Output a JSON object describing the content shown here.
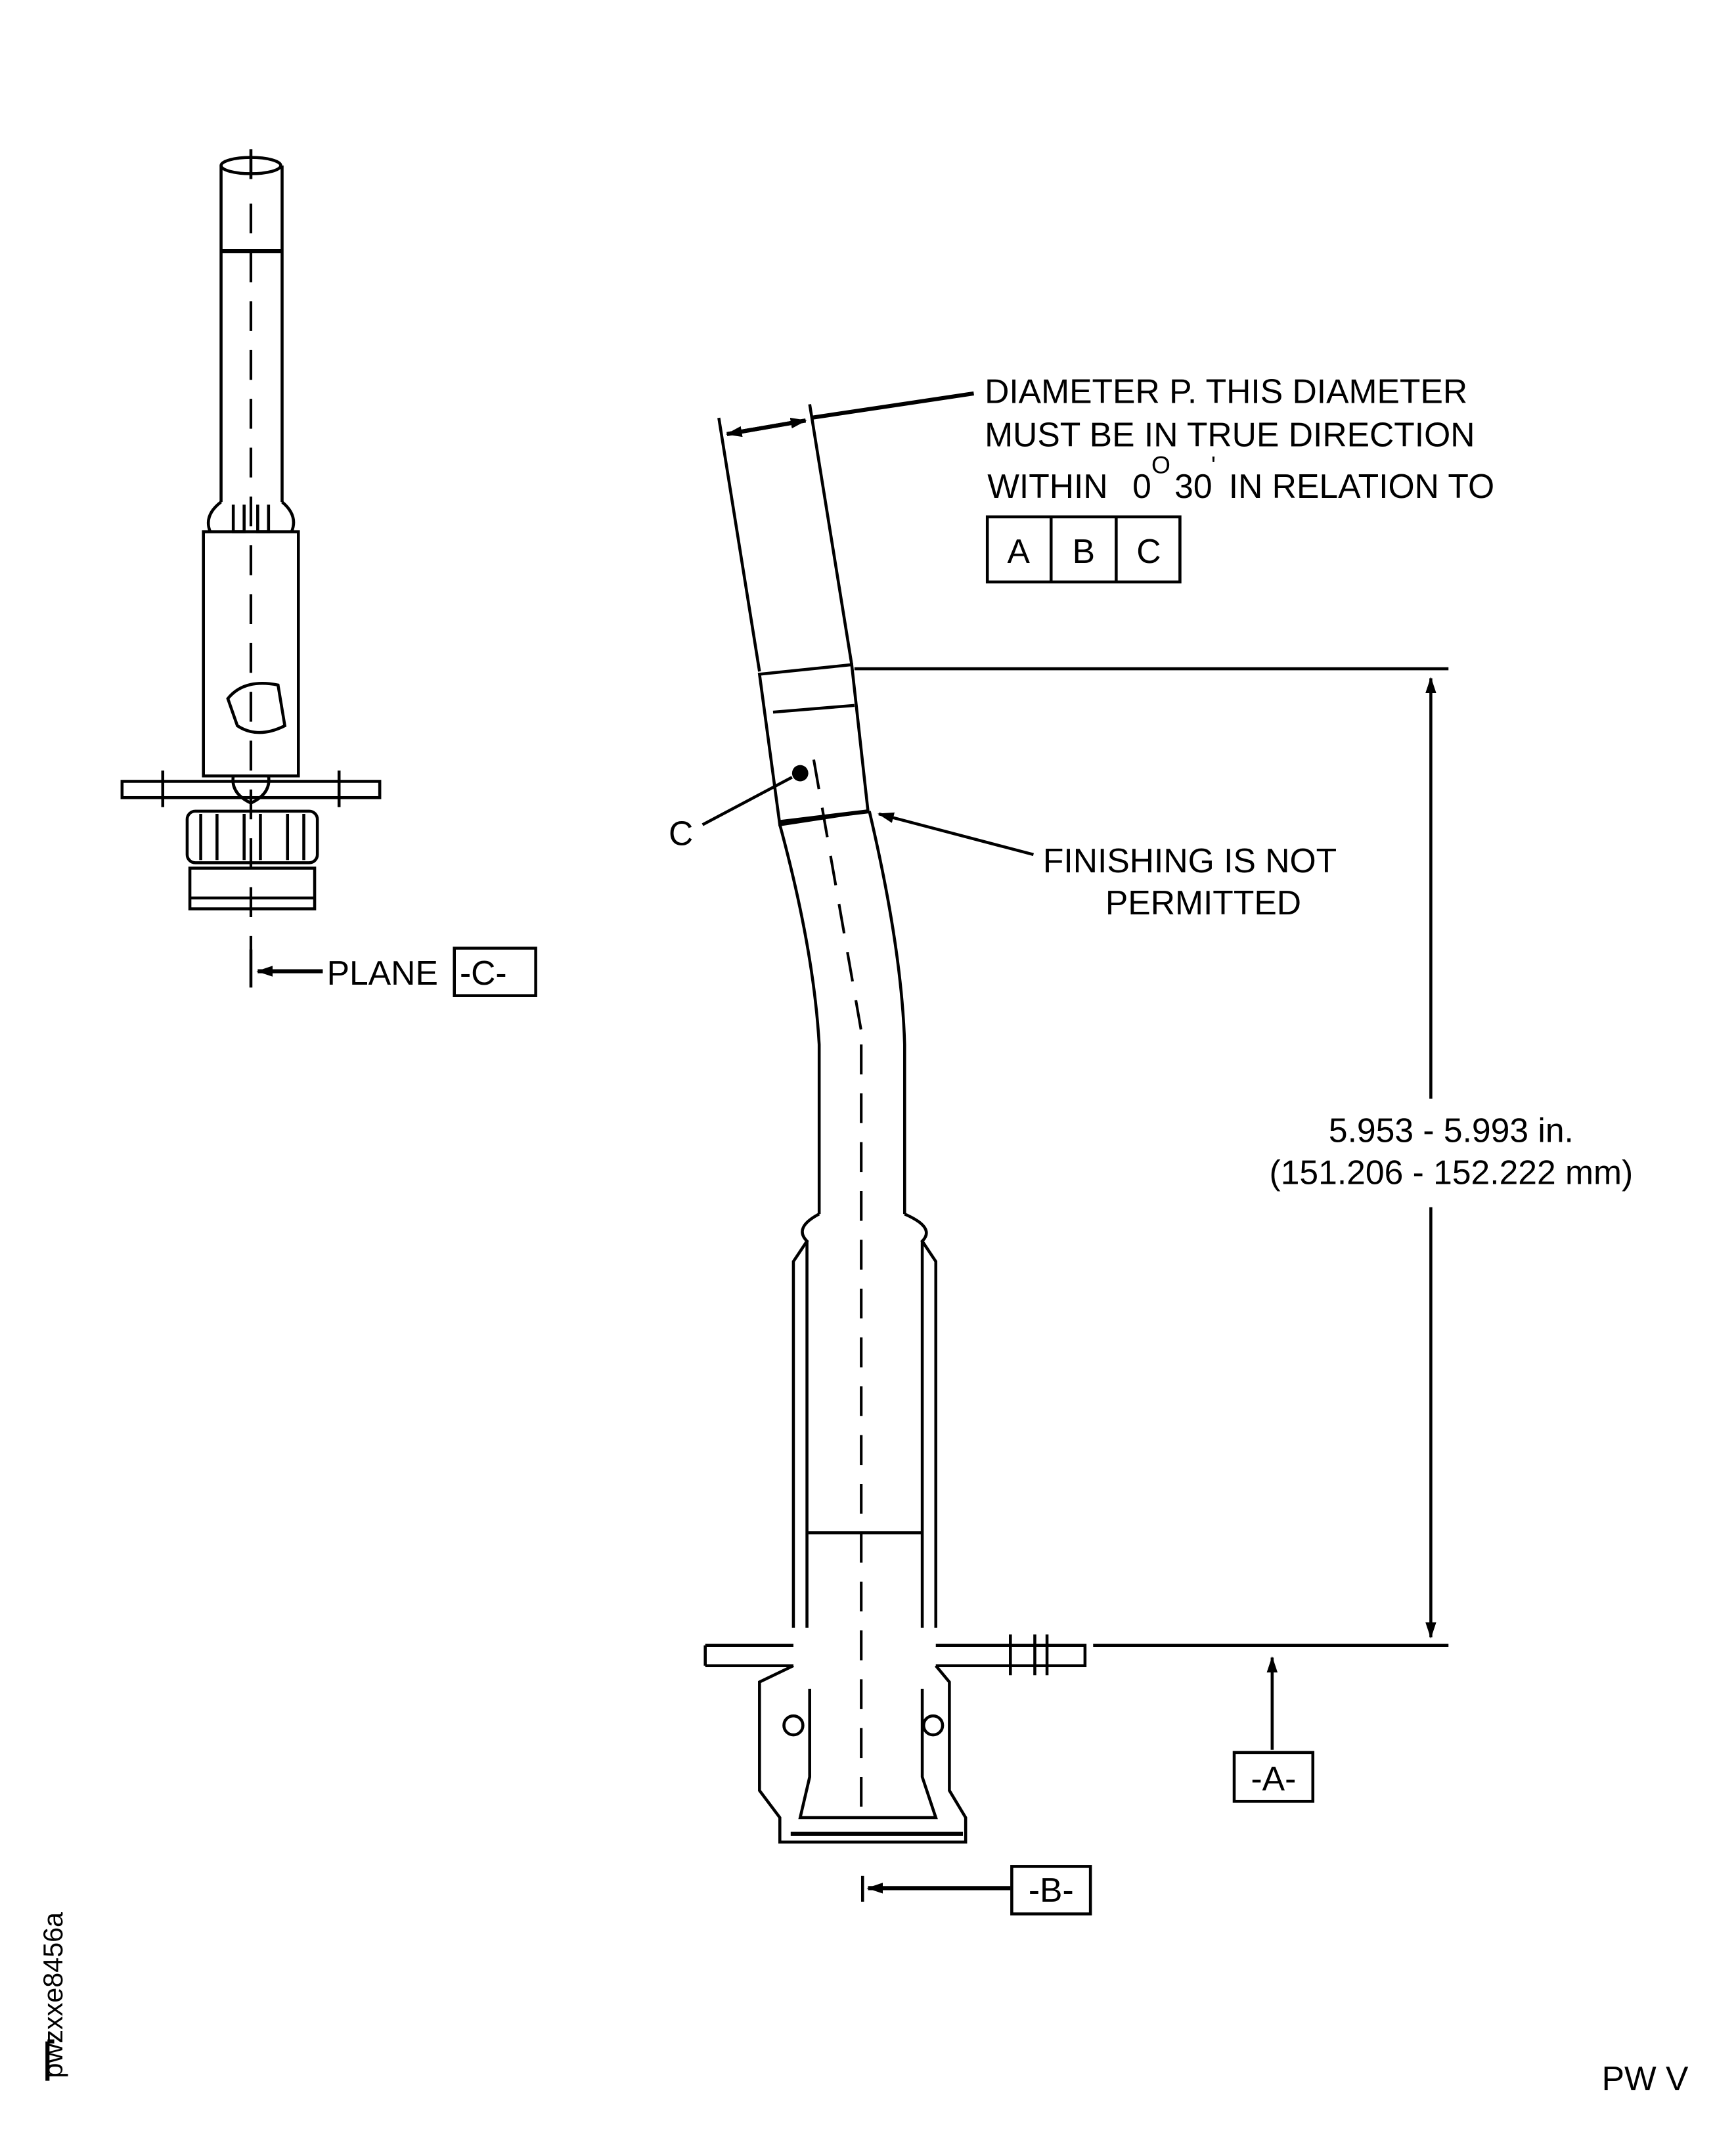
{
  "callouts": {
    "diameter_note": {
      "line1": "DIAMETER P. THIS DIAMETER",
      "line2": "MUST BE IN TRUE DIRECTION",
      "line3_prefix": "WITHIN",
      "angle_deg": "0",
      "degree_mark": "O",
      "angle_min": "30",
      "minute_mark": "'",
      "line3_suffix": "IN RELATION TO",
      "datum_frame": [
        "A",
        "B",
        "C"
      ]
    },
    "finishing_note": {
      "line1": "FINISHING IS NOT",
      "line2": "PERMITTED"
    },
    "point_c_label": "C",
    "dimension": {
      "inches": "5.953 - 5.993 in.",
      "mm": "(151.206 - 152.222 mm)"
    },
    "plane_label": "PLANE",
    "datum_a": "-A-",
    "datum_b": "-B-",
    "datum_c": "-C-"
  },
  "footer": {
    "figure_id": "pwzxxe8456a",
    "sheet_code": "PW V"
  }
}
